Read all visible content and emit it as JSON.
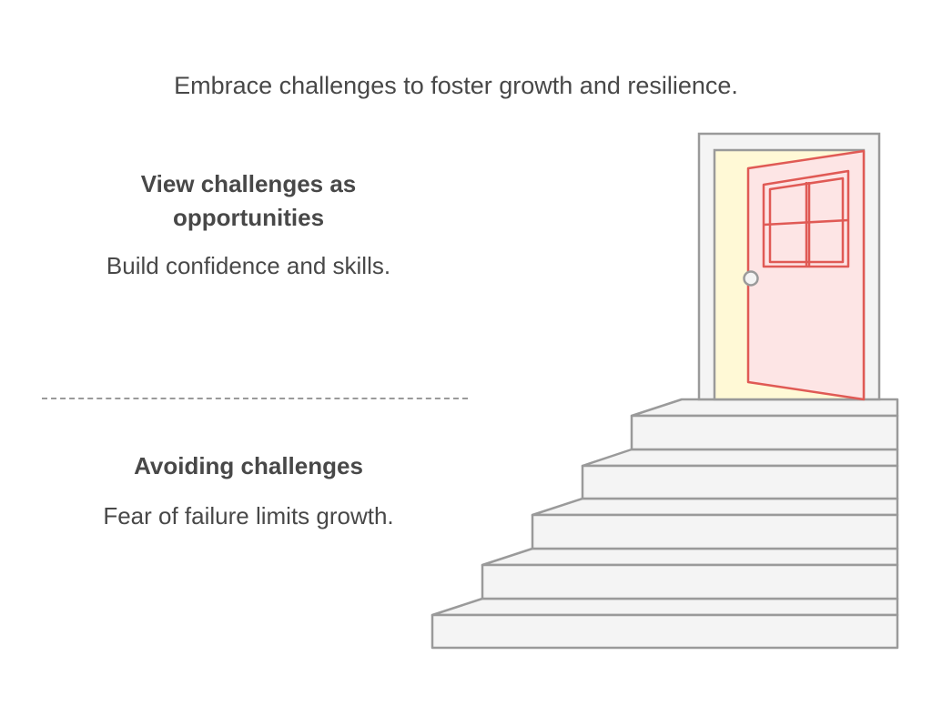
{
  "headline": "Embrace challenges to foster growth and resilience.",
  "upper_section": {
    "title": "View challenges as opportunities",
    "description": "Build confidence and skills."
  },
  "lower_section": {
    "title": "Avoiding challenges",
    "description": "Fear of failure limits growth."
  },
  "colors": {
    "text": "#484848",
    "outline_gray": "#9a9a9a",
    "step_fill": "#f4f4f4",
    "door_red": "#e05a55",
    "door_fill": "#fde5e5",
    "doorway_glow": "#fff9d6"
  },
  "icons": [
    "staircase-icon",
    "open-door-icon",
    "door-window-icon",
    "door-knob-icon"
  ]
}
